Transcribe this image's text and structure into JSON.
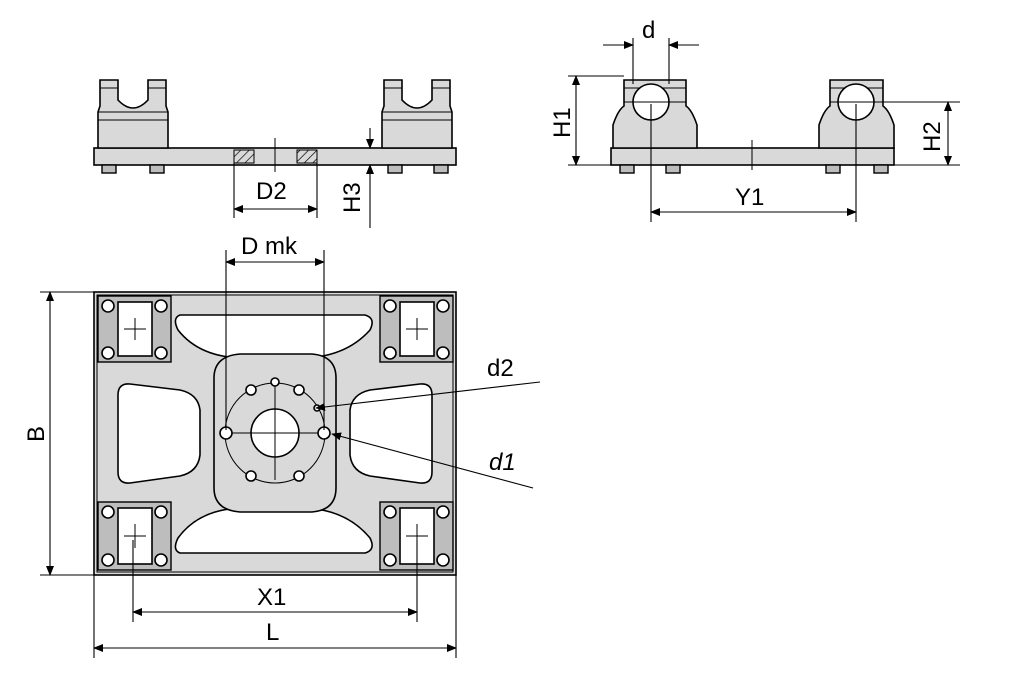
{
  "labels": {
    "d": "d",
    "H1": "H1",
    "H2": "H2",
    "H3": "H3",
    "D2": "D2",
    "Y1": "Y1",
    "D_mk": "D mk",
    "B": "B",
    "X1": "X1",
    "L": "L",
    "d1": "d1",
    "d2": "d2"
  },
  "colors": {
    "part_fill": "#d9d9d9",
    "part_dark": "#bdbdbd",
    "line": "#000000",
    "background": "#ffffff"
  }
}
